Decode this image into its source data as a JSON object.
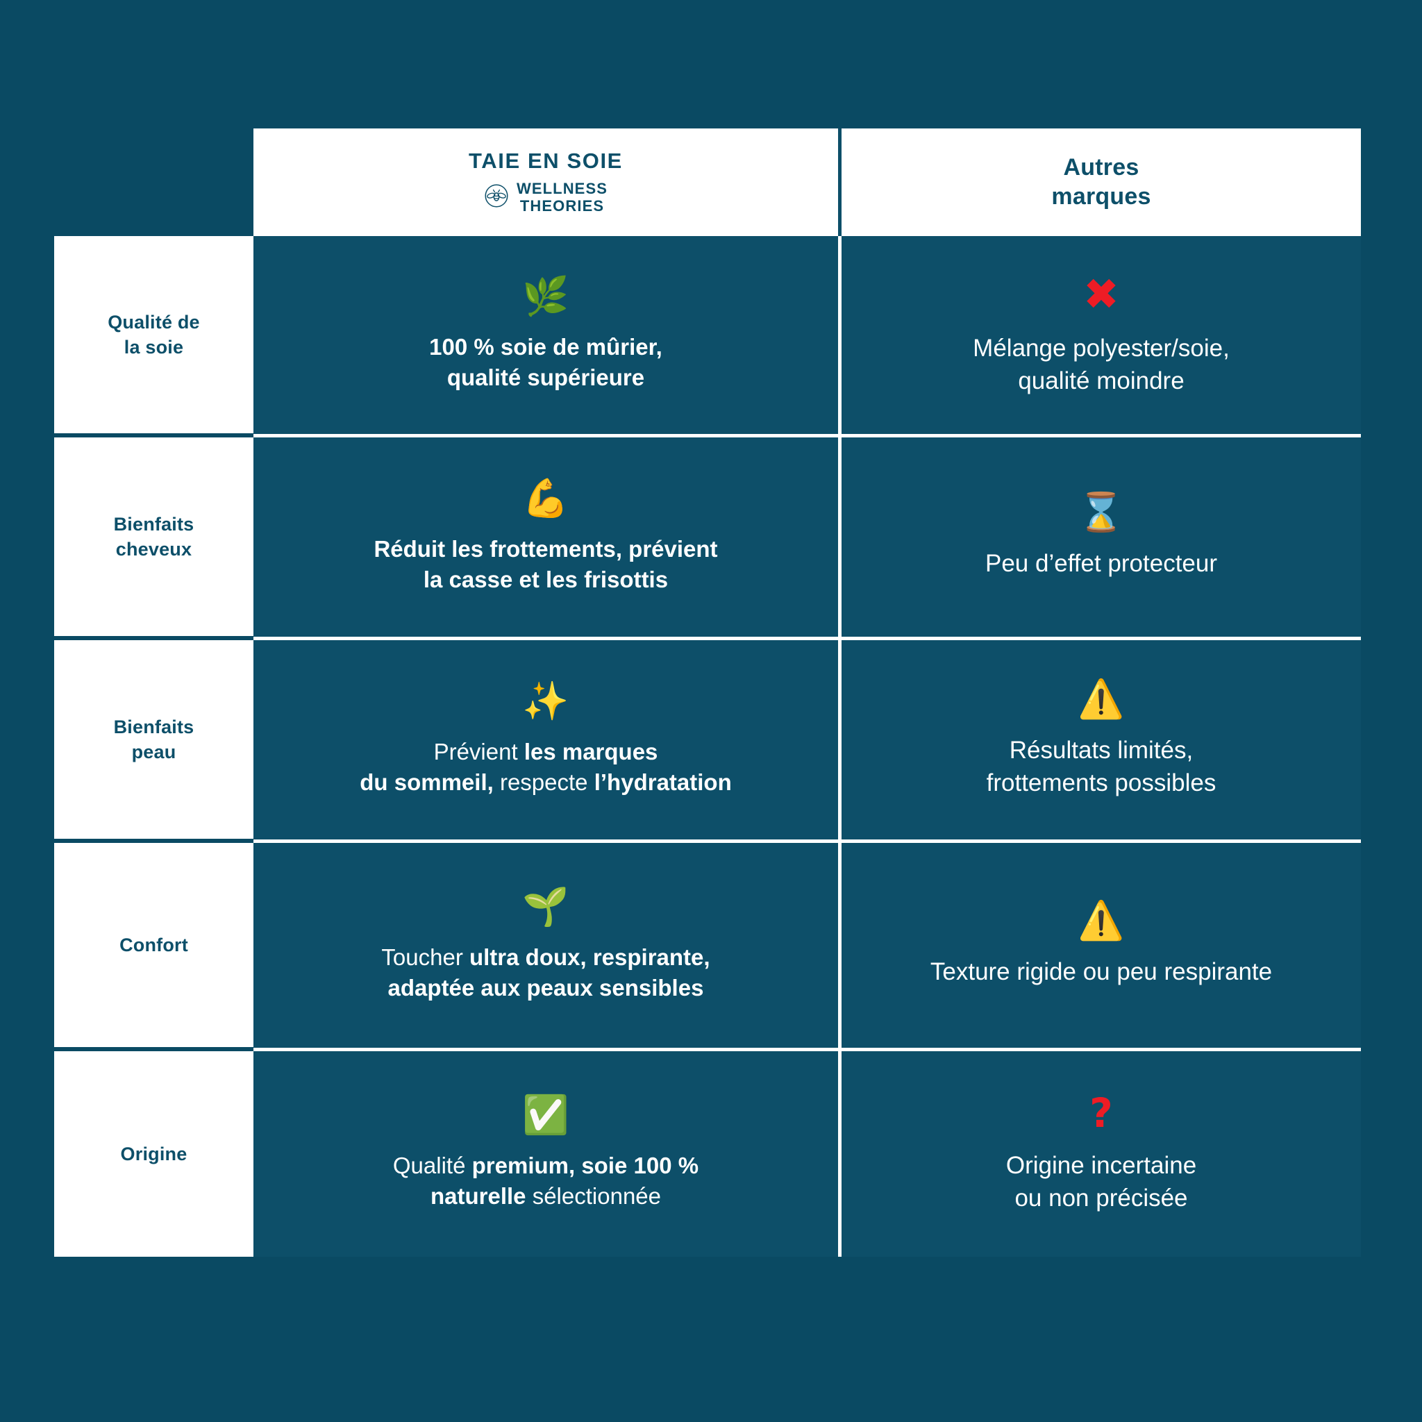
{
  "page": {
    "background_color": "#0a4a63",
    "cell_color": "#0d4f69",
    "accent_color": "#ffffff",
    "brand_color": "#0d4f69",
    "alert_red": "#ee1c25"
  },
  "header": {
    "product_column": {
      "title": "TAIE EN SOIE",
      "brand_line_1": "WELLNESS",
      "brand_line_2": "THEORIES",
      "logo_icon": "bee-logo-icon"
    },
    "other_column": {
      "line_1": "Autres",
      "line_2": "marques"
    }
  },
  "rows": [
    {
      "label_line_1": "Qualité de",
      "label_line_2": "la soie",
      "product": {
        "icon": "herb-emoji",
        "icon_glyph": "🌿",
        "text_line_1": "100 % soie de mûrier,",
        "text_line_2": "qualité supérieure"
      },
      "other": {
        "icon": "red-cross-mark-icon",
        "icon_glyph": "✖",
        "text_line_1": "Mélange polyester/soie,",
        "text_line_2": "qualité moindre"
      }
    },
    {
      "label_line_1": "Bienfaits",
      "label_line_2": "cheveux",
      "product": {
        "icon": "flexed-biceps-emoji",
        "icon_glyph": "💪",
        "text_line_1": "Réduit les frottements, prévient",
        "text_line_2": "la casse et les frisottis"
      },
      "other": {
        "icon": "hourglass-emoji",
        "icon_glyph": "⌛",
        "text_line_1": "Peu d’effet protecteur",
        "text_line_2": ""
      }
    },
    {
      "label_line_1": "Bienfaits",
      "label_line_2": "peau",
      "product": {
        "icon": "sparkles-emoji",
        "icon_glyph": "✨",
        "text_line_1_a": "Prévient ",
        "text_line_1_b": "les marques",
        "text_line_2_a": "du sommeil,",
        "text_line_2_b": " respecte ",
        "text_line_2_c": "l’hydratation"
      },
      "other": {
        "icon": "warning-emoji",
        "icon_glyph": "⚠️",
        "text_line_1": "Résultats limités,",
        "text_line_2": "frottements possibles"
      }
    },
    {
      "label_line_1": "Confort",
      "label_line_2": "",
      "product": {
        "icon": "seedling-emoji",
        "icon_glyph": "🌱",
        "text_line_1_a": "Toucher ",
        "text_line_1_b": "ultra doux, respirante,",
        "text_line_2_a": "adaptée aux peaux sensibles"
      },
      "other": {
        "icon": "warning-emoji",
        "icon_glyph": "⚠️",
        "text_line_1": "Texture rigide ou peu respirante",
        "text_line_2": ""
      }
    },
    {
      "label_line_1": "Origine",
      "label_line_2": "",
      "product": {
        "icon": "check-mark-button-emoji",
        "icon_glyph": "✅",
        "text_line_1_a": "Qualité ",
        "text_line_1_b": "premium, soie 100 %",
        "text_line_2_a": "naturelle",
        "text_line_2_b": " sélectionnée"
      },
      "other": {
        "icon": "red-question-mark-icon",
        "icon_glyph": "❓",
        "text_line_1": "Origine incertaine",
        "text_line_2": "ou non précisée"
      }
    }
  ]
}
